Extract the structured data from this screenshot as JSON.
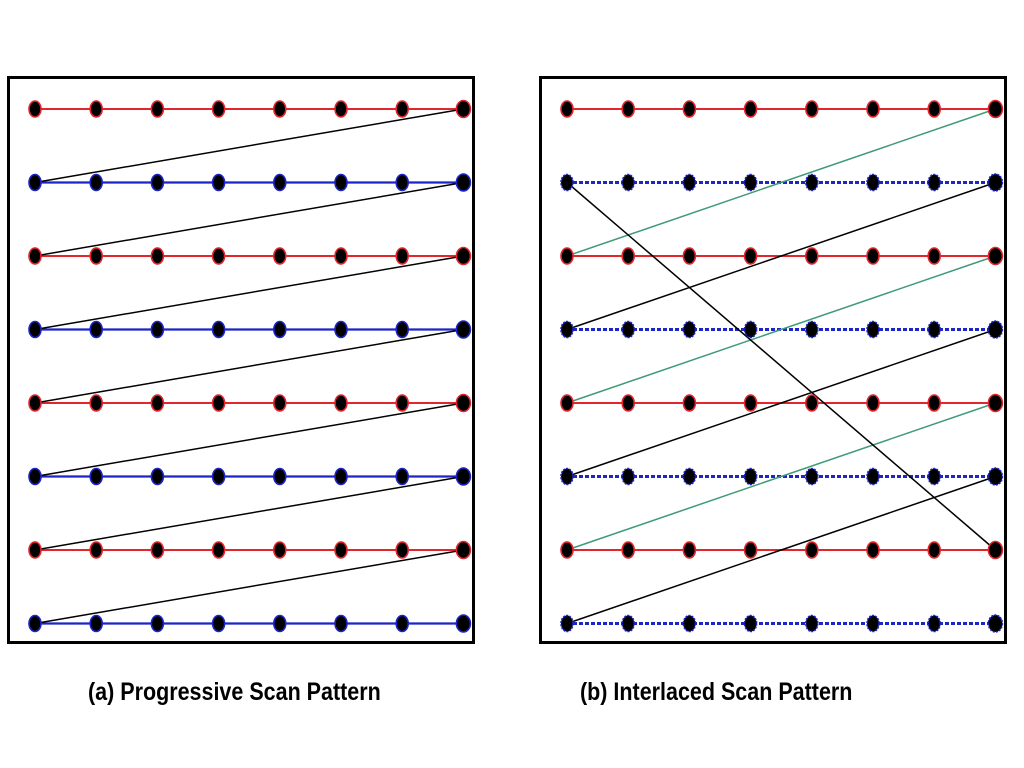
{
  "colors": {
    "odd_line": "#e3262b",
    "even_line": "#1c25c8",
    "progressive_retrace": "#000000",
    "interlaced_field_one_retrace": "#3f9a78",
    "interlaced_field_two_retrace": "#000000",
    "dot_fill": "#000000",
    "frame_border": "#000000"
  },
  "grid": {
    "rows": 8,
    "columns": 8
  },
  "panels": [
    {
      "id": "a",
      "caption": "(a) Progressive Scan Pattern",
      "pattern": "progressive"
    },
    {
      "id": "b",
      "caption": "(b) Interlaced Scan Pattern",
      "pattern": "interlaced"
    }
  ]
}
